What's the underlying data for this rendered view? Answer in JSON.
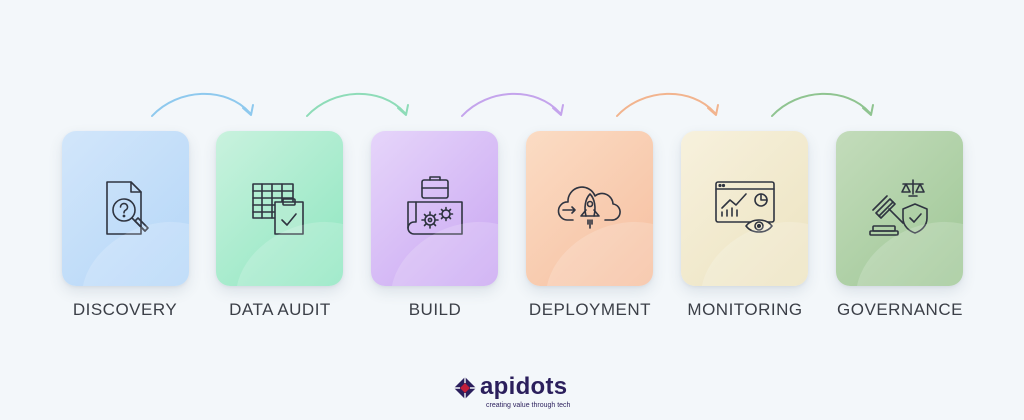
{
  "steps": [
    {
      "label": "DISCOVERY",
      "icon": "document-search-icon",
      "gradient": [
        "#d2e6fa",
        "#b4d6f8"
      ]
    },
    {
      "label": "DATA AUDIT",
      "icon": "spreadsheet-clipboard-check-icon",
      "gradient": [
        "#c9f2de",
        "#8ee6c0"
      ]
    },
    {
      "label": "BUILD",
      "icon": "toolbox-blueprint-gears-icon",
      "gradient": [
        "#e6d5fa",
        "#c9a6f2"
      ]
    },
    {
      "label": "DEPLOYMENT",
      "icon": "cloud-rocket-icon",
      "gradient": [
        "#fbdcc4",
        "#f6bfa0"
      ]
    },
    {
      "label": "MONITORING",
      "icon": "dashboard-eye-icon",
      "gradient": [
        "#f7f1dd",
        "#ece3c0"
      ]
    },
    {
      "label": "GOVERNANCE",
      "icon": "gavel-scales-shield-icon",
      "gradient": [
        "#c3dcbb",
        "#9fc796"
      ]
    }
  ],
  "arrows": [
    {
      "color": "#8ec9ee"
    },
    {
      "color": "#8edcb8"
    },
    {
      "color": "#c4a4ec"
    },
    {
      "color": "#f2b48e"
    },
    {
      "color": "#8fc490"
    }
  ],
  "brand": {
    "name": "apidots",
    "tagline": "creating value through tech",
    "color": "#2b1f5c",
    "accent": "#c21f3a"
  }
}
